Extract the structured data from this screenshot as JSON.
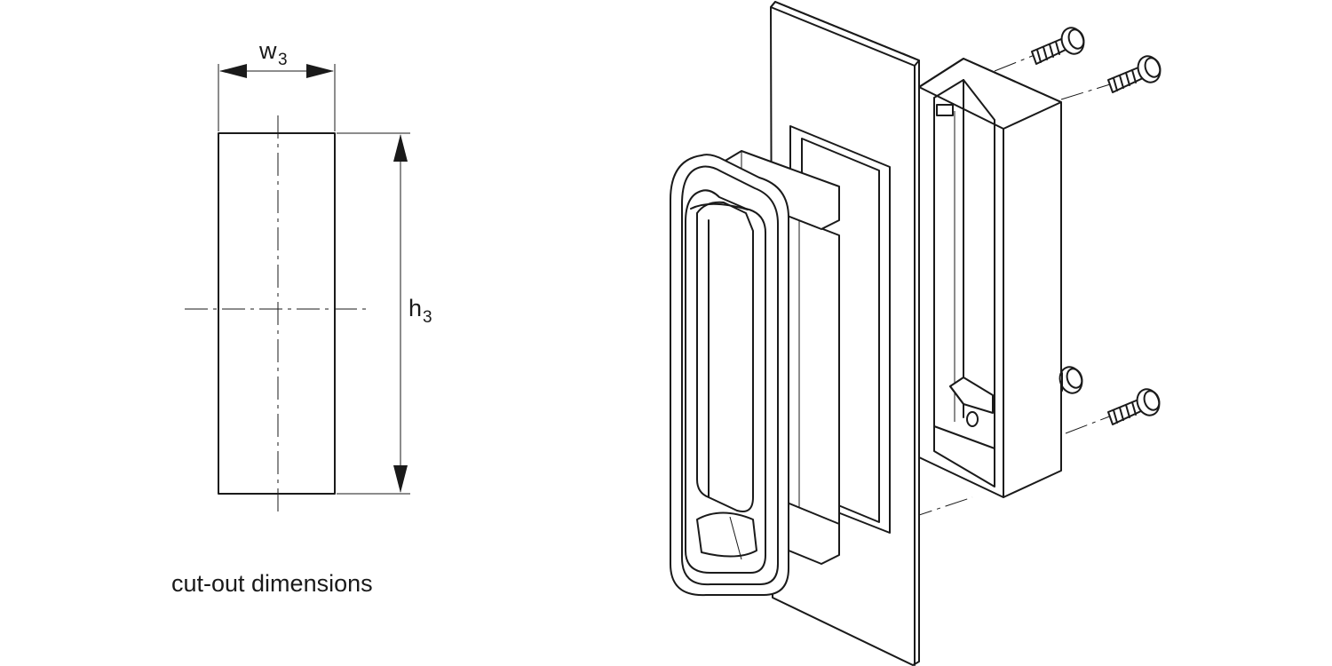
{
  "labels": {
    "width_main": "w",
    "width_sub": "3",
    "height_main": "h",
    "height_sub": "3",
    "caption": "cut-out dimensions"
  },
  "colors": {
    "line": "#1a1a1a",
    "background": "#ffffff"
  }
}
